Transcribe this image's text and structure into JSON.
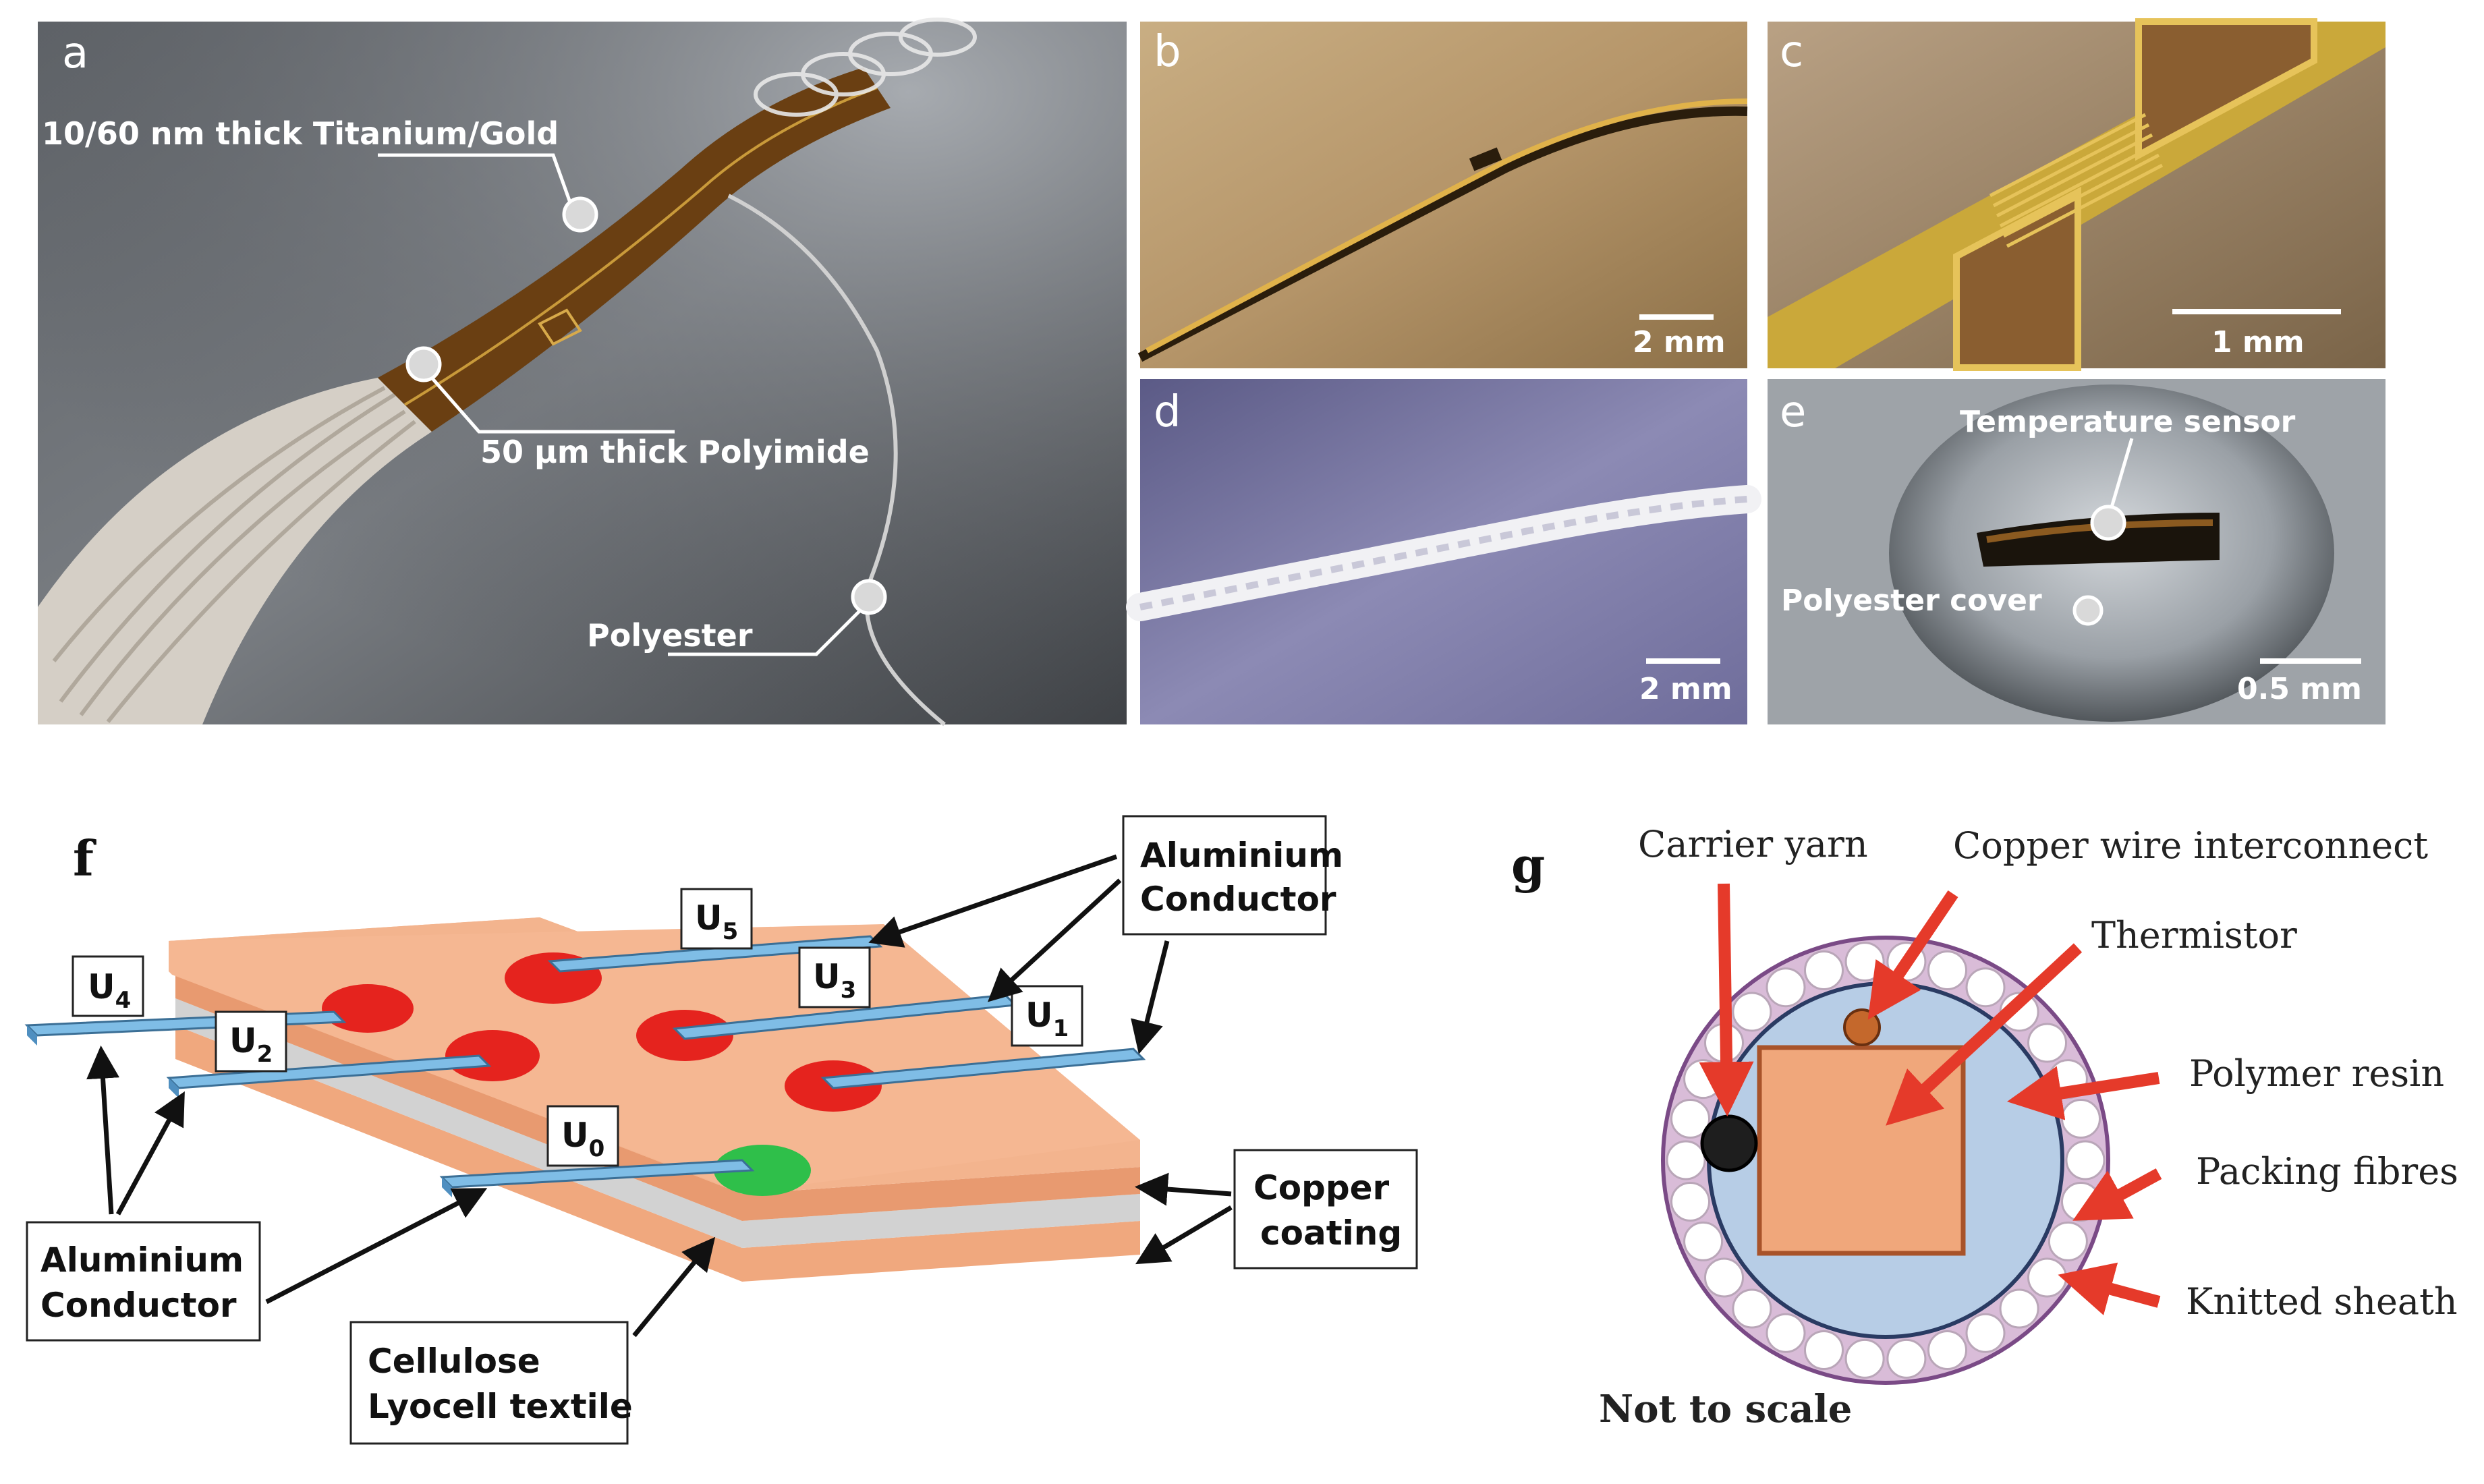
{
  "panels": {
    "a": {
      "letter": "a",
      "labels": {
        "titanium_gold": "10/60 nm thick Titanium/Gold",
        "polyimide": "50 µm thick Polyimide",
        "polyester": "Polyester"
      }
    },
    "b": {
      "letter": "b",
      "scale": "2 mm"
    },
    "c": {
      "letter": "c",
      "scale": "1 mm"
    },
    "d": {
      "letter": "d",
      "scale": "2 mm"
    },
    "e": {
      "letter": "e",
      "scale": "0.5 mm",
      "labels": {
        "temperature_sensor": "Temperature sensor",
        "polyester_cover": "Polyester cover"
      }
    },
    "f": {
      "letter": "f",
      "electrodes": [
        {
          "base": "U",
          "sub": "4"
        },
        {
          "base": "U",
          "sub": "2"
        },
        {
          "base": "U",
          "sub": "5"
        },
        {
          "base": "U",
          "sub": "3"
        },
        {
          "base": "U",
          "sub": "1"
        },
        {
          "base": "U",
          "sub": "0"
        }
      ],
      "callouts": {
        "aluminium_top": [
          "Aluminium",
          "Conductor"
        ],
        "aluminium_left": [
          "Aluminium",
          "Conductor"
        ],
        "copper": [
          "Copper",
          "coating"
        ],
        "cellulose": [
          "Cellulose",
          "Lyocell textile"
        ]
      }
    },
    "g": {
      "letter": "g",
      "labels": {
        "carrier_yarn": "Carrier yarn",
        "copper_wire": "Copper  wire interconnect",
        "thermistor": "Thermistor",
        "polymer_resin": "Polymer resin",
        "packing_fibres": "Packing fibres",
        "knitted_sheath": "Knitted sheath",
        "not_to_scale": "Not to scale"
      }
    }
  },
  "colors": {
    "copper": "#f3b48e",
    "aluminium": "#7fbde6",
    "contact_red": "#e5231e",
    "contact_green": "#2fbf4a",
    "arrow_red": "#e53a2a",
    "resin": "#b7cde6",
    "sheath": "#d9bcd8",
    "thermistor": "#f0a77b"
  }
}
